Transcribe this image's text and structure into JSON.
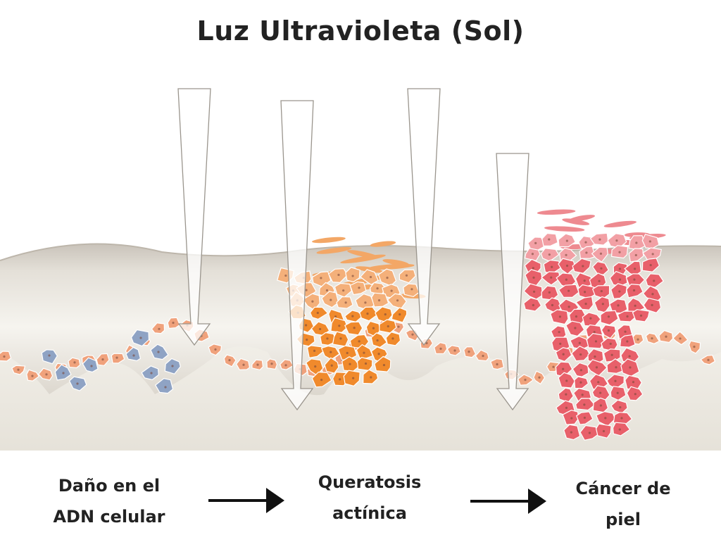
{
  "title": "Luz Ultravioleta (Sol)",
  "stages": [
    {
      "label": "Daño en el\nADN celular",
      "cell_color": "#8fa3c4"
    },
    {
      "label": "Queratosis\nactínica",
      "cell_color": "#f08a2c"
    },
    {
      "label": "Cáncer de\npiel",
      "cell_color": "#e8606a"
    }
  ],
  "colors": {
    "basal_cells": "#f0a27c",
    "skin_surface": "#d9d4cb",
    "dermis": "#eeebe4",
    "uv_arrow": "#ffffff"
  },
  "icons": [
    "uv-ray-arrow",
    "flow-arrow-right"
  ]
}
